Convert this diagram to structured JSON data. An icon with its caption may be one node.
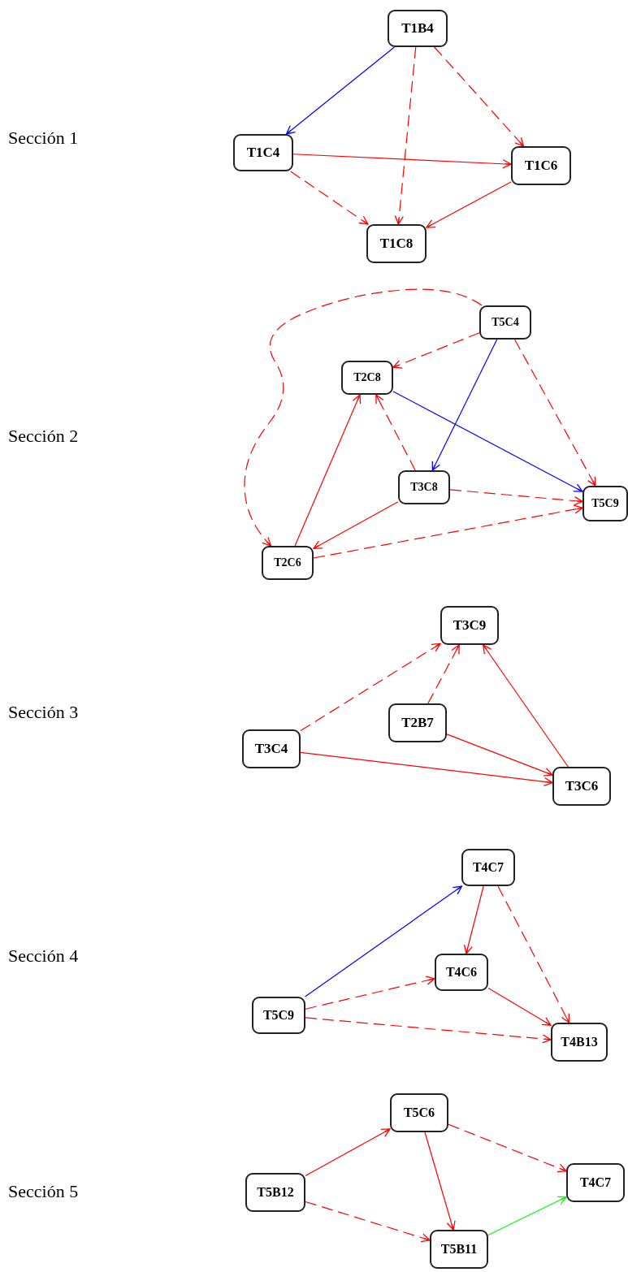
{
  "diagram": {
    "nodes": [
      {
        "text": [
          "T1B4"
        ]
      },
      {
        "text": [
          "T1C4"
        ]
      },
      {
        "text": [
          "T1C6"
        ]
      },
      {
        "text": [
          "T1C8"
        ]
      },
      {
        "text": [
          "T5C4"
        ]
      },
      {
        "text": [
          "T2C8"
        ]
      },
      {
        "text": [
          "T3C8"
        ]
      },
      {
        "text": [
          "T5C9"
        ]
      },
      {
        "text": [
          "T2C6"
        ]
      },
      {
        "text": [
          "T3C9"
        ]
      },
      {
        "text": [
          "T2B7"
        ]
      },
      {
        "text": [
          "T3C4"
        ]
      },
      {
        "text": [
          "T3C6"
        ]
      },
      {
        "text": [
          "T4C7"
        ]
      },
      {
        "text": [
          "T4C6"
        ]
      },
      {
        "text": [
          "T5C9"
        ]
      },
      {
        "text": [
          "T4B13"
        ]
      },
      {
        "text": [
          "T5C6"
        ]
      },
      {
        "text": [
          "T5B12"
        ]
      },
      {
        "text": [
          "T4C7"
        ]
      },
      {
        "text": [
          "T5B11"
        ]
      }
    ],
    "edges": [
      {
        "from": 0,
        "to": 1,
        "arrow": "to",
        "color": "#0000ff"
      },
      {
        "from": 0,
        "to": 3,
        "arrow": "to",
        "style": "dashed"
      },
      {
        "from": 0,
        "to": 2,
        "arrow": "to",
        "style": "dashed"
      },
      {
        "from": 1,
        "to": 2,
        "arrow": "to"
      },
      {
        "from": 1,
        "to": 3,
        "arrow": "to",
        "style": "dashed"
      },
      {
        "from": 2,
        "to": 3,
        "arrow": "to"
      },
      {
        "from": 4,
        "to": 5,
        "arrow": "to",
        "style": "dashed"
      },
      {
        "from": 4,
        "to": 6,
        "arrow": "to",
        "color": "#0000ff"
      },
      {
        "from": 4,
        "to": 7,
        "arrow": "to",
        "style": "dashed"
      },
      {
        "from": 4,
        "to": 8,
        "arrow": "to",
        "style": "dashed"
      },
      {
        "from": 5,
        "to": 7,
        "arrow": "to",
        "color": "#0000ff"
      },
      {
        "from": 6,
        "to": 5,
        "arrow": "to",
        "style": "dashed"
      },
      {
        "from": 8,
        "to": 5,
        "arrow": "to"
      },
      {
        "from": 6,
        "to": 8,
        "arrow": "to"
      },
      {
        "from": 6,
        "to": 7,
        "arrow": "to",
        "style": "dashed"
      },
      {
        "from": 8,
        "to": 7,
        "arrow": "to",
        "style": "dashed"
      },
      {
        "from": 11,
        "to": 9,
        "arrow": "to",
        "style": "dashed"
      },
      {
        "from": 10,
        "to": 9,
        "arrow": "to",
        "style": "dashed"
      },
      {
        "from": 12,
        "to": 9,
        "arrow": "to"
      },
      {
        "from": 10,
        "to": 12,
        "arrow": "to"
      },
      {
        "from": 11,
        "to": 12,
        "arrow": "to"
      },
      {
        "from": 15,
        "to": 13,
        "arrow": "to",
        "color": "#0000ff"
      },
      {
        "from": 13,
        "to": 14,
        "arrow": "to"
      },
      {
        "from": 13,
        "to": 16,
        "arrow": "to",
        "style": "dashed"
      },
      {
        "from": 15,
        "to": 14,
        "arrow": "to",
        "style": "dashed"
      },
      {
        "from": 15,
        "to": 16,
        "arrow": "to",
        "style": "dashed"
      },
      {
        "from": 14,
        "to": 16,
        "arrow": "to"
      },
      {
        "from": 18,
        "to": 17,
        "arrow": "to"
      },
      {
        "from": 17,
        "to": 19,
        "arrow": "to",
        "style": "dashed"
      },
      {
        "from": 17,
        "to": 20,
        "arrow": "to"
      },
      {
        "from": 18,
        "to": 20,
        "arrow": "to",
        "style": "dashed"
      },
      {
        "from": 20,
        "to": 19,
        "arrow": "to",
        "color": "#00ff00"
      }
    ],
    "labels": [
      "Sección 1",
      "Sección 2",
      "Sección 3",
      "Sección 4",
      "Sección 5"
    ]
  }
}
